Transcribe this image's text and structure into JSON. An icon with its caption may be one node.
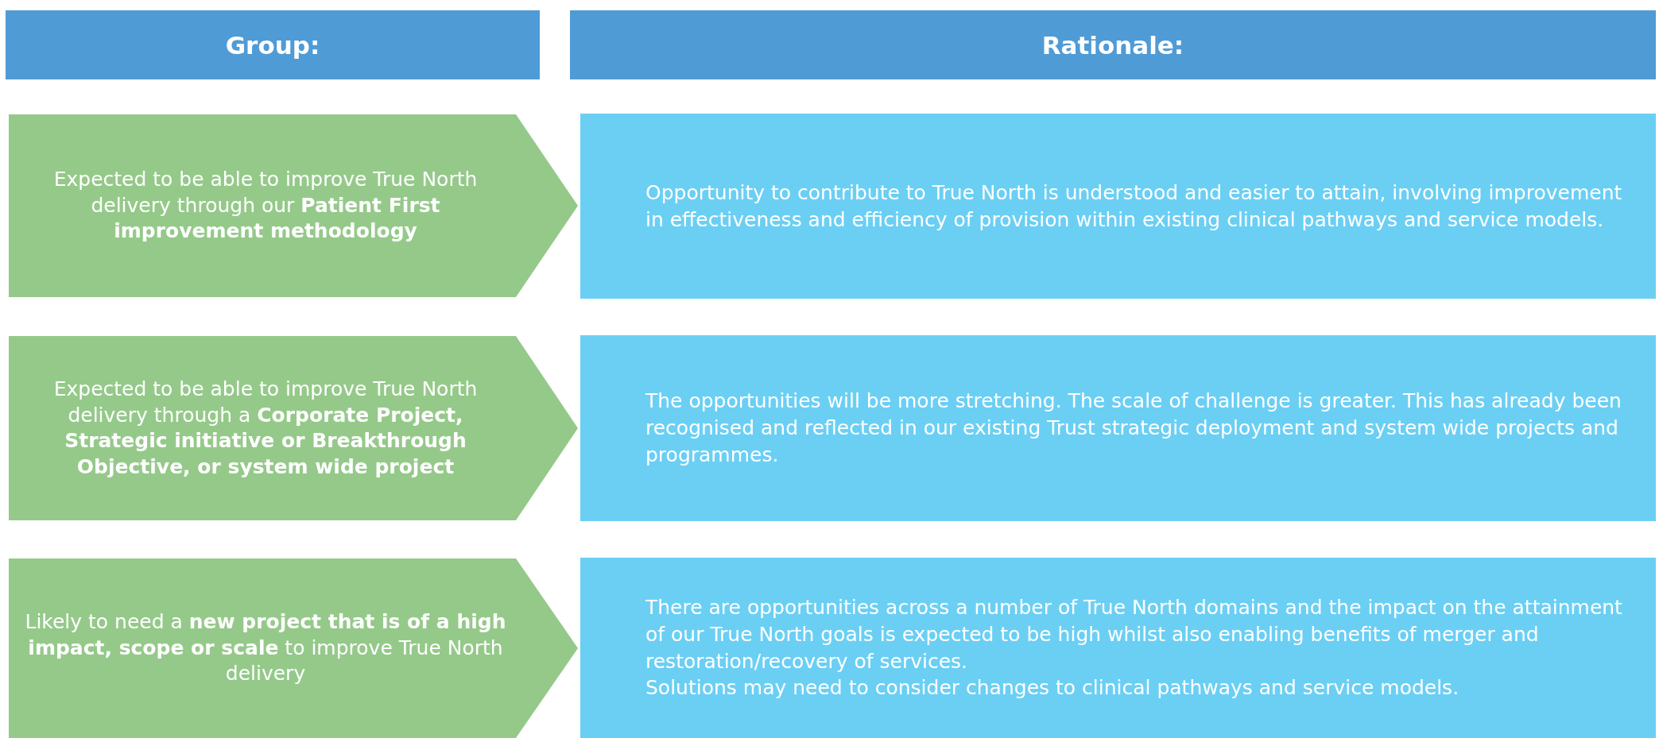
{
  "diagram": {
    "nodes": [
      {
        "text": [
          "Group:"
        ]
      },
      {
        "text": [
          "Rationale:"
        ]
      },
      {
        "text": [
          "Expected to be able to improve True North delivery through our **Patient First improvement methodology**"
        ]
      },
      {
        "text": [
          "Opportunity to contribute to True North is understood and easier to attain, involving improvement in effectiveness and efficiency of provision within existing clinical pathways and service models."
        ]
      },
      {
        "text": [
          "Expected to be able to improve True North delivery through a **Corporate Project, Strategic initiative or Breakthrough Objective, or system wide project**"
        ]
      },
      {
        "text": [
          "The opportunities will be more stretching. The scale of challenge is greater. This has already been recognised and reflected in our existing Trust strategic deployment and system wide projects and programmes."
        ]
      },
      {
        "text": [
          "Likely to need a **new project that is of a high impact, scope or scale** to improve True North delivery"
        ]
      },
      {
        "text": [
          "There are opportunities across a number of True North domains and the impact on the attainment of our True North goals is expected to be high whilst also enabling benefits of merger and restoration/recovery of services.",
          "Solutions may need to consider changes to clinical pathways and service models."
        ]
      }
    ],
    "edges": []
  }
}
